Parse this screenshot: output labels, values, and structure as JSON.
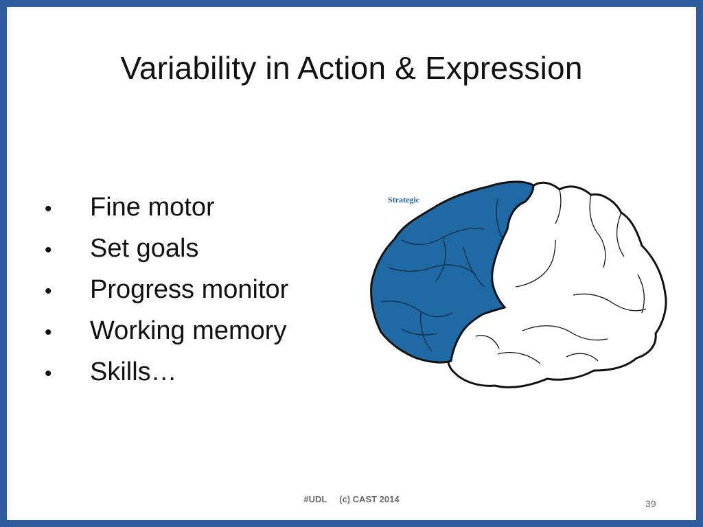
{
  "slide": {
    "title": "Variability in Action & Expression",
    "bullets": [
      "Fine motor",
      "Set goals",
      "Progress monitor",
      "Working memory",
      "Skills…"
    ],
    "bullet_symbol": "•",
    "brain_label": "Strategic",
    "footer_tag": "#UDL",
    "footer_copyright": "(c) CAST 2014",
    "slide_number": "39"
  },
  "colors": {
    "frame": "#2d5b9e",
    "highlight_region": "#1f6aa5",
    "label": "#1f5f9f"
  }
}
